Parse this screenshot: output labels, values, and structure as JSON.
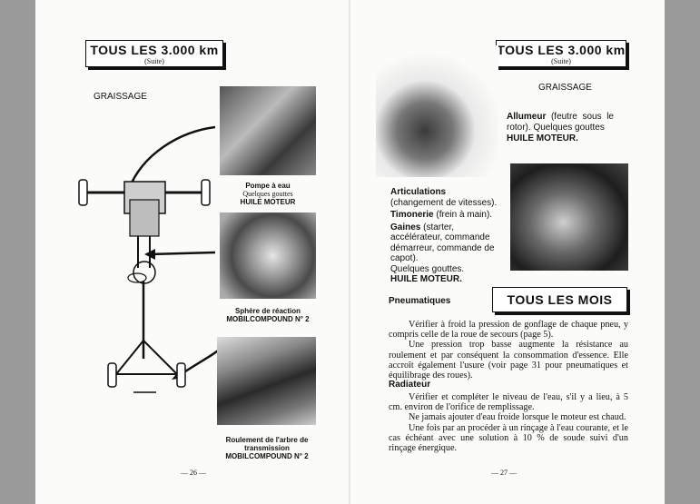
{
  "left_page": {
    "header": {
      "title": "TOUS LES 3.000 km",
      "subtitle": "(Suite)"
    },
    "section_label": "GRAISSAGE",
    "captions": [
      {
        "line1": "Pompe à eau",
        "line2": "Quelques gouttes",
        "line3": "HUILE MOTEUR"
      },
      {
        "line1": "Sphère de réaction",
        "line2": "MOBILCOMPOUND N° 2"
      },
      {
        "line1": "Roulement de l'arbre de",
        "line2": "transmission",
        "line3": "MOBILCOMPOUND N° 2"
      }
    ],
    "page_number": "— 26 —"
  },
  "right_page": {
    "header": {
      "title": "TOUS LES 3.000 km",
      "subtitle": "(Suite)"
    },
    "section_label": "GRAISSAGE",
    "allumeur": {
      "bold": "Allumeur",
      "text": " (feutre sous le rotor). Quelques gouttes",
      "oil": "HUILE MOTEUR."
    },
    "articulations": {
      "bold": "Articulations",
      "text": " (changement de vitesses)."
    },
    "timonerie": {
      "bold": "Timonerie",
      "text": " (frein à main)."
    },
    "gaines": {
      "bold": "Gaines",
      "text": " (starter, accélérateur, commande démarreur, commande de capot)."
    },
    "gaines_drops": "Quelques gouttes.",
    "gaines_oil": "HUILE MOTEUR.",
    "pneumatiques_label": "Pneumatiques",
    "monthly_header": "TOUS LES MOIS",
    "pneu_p1": "Vérifier à froid la pression de gonflage de chaque pneu, y compris celle de la roue de secours (page 5).",
    "pneu_p2": "Une pression trop basse augmente la résistance au roulement et par conséquent la consommation d'essence. Elle accroît également l'usure (voir page 31 pour pneumatiques et équilibrage des roues).",
    "radiateur_label": "Radiateur",
    "rad_p1": "Vérifier et compléter le niveau de l'eau, s'il y a lieu, à 5 cm. environ de l'orifice de remplissage.",
    "rad_p2": "Ne jamais ajouter d'eau froide lorsque le moteur est chaud.",
    "rad_p3": "Une fois par an procéder à un rinçage à l'eau courante, et le cas échéant avec une solution à 10 % de soude suivi d'un rinçage énergique.",
    "page_number": "— 27 —"
  }
}
